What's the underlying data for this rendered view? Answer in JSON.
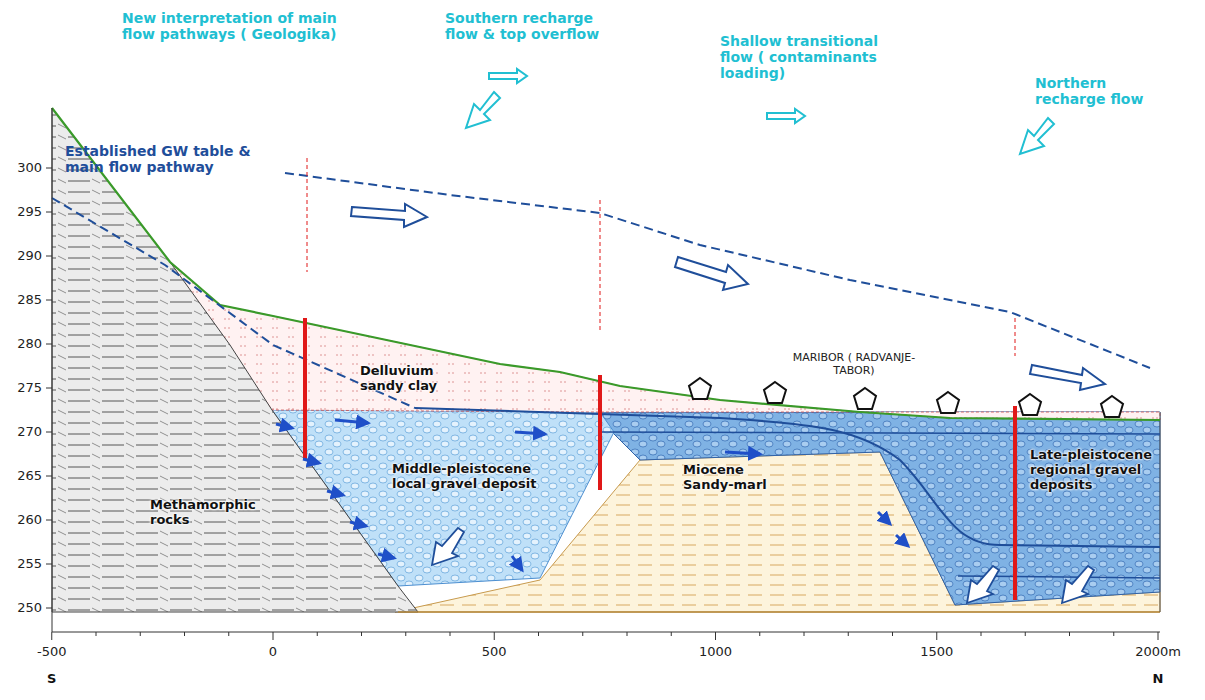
{
  "diagram": {
    "labels": [
      "New interpretation of main flow pathways ( Geologika)",
      "Southern recharge flow & top overflow",
      "Shallow transitional flow ( contaminants loading)",
      "Northern recharge flow",
      "Established GW table & main flow pathway",
      "300",
      "295",
      "290",
      "285",
      "280",
      "275",
      "270",
      "265",
      "260",
      "255",
      "250",
      "Delluvium sandy clay",
      "MARIBOR ( RADVANJE-TABOR)",
      "Middle-pleistocene local gravel deposit",
      "Miocene Sandy-marl",
      "Late-pleistocene regional gravel deposits",
      "Methamorphic rocks",
      "-500",
      "0",
      "500",
      "1000",
      "1500",
      "2000m",
      "S",
      "N"
    ]
  }
}
